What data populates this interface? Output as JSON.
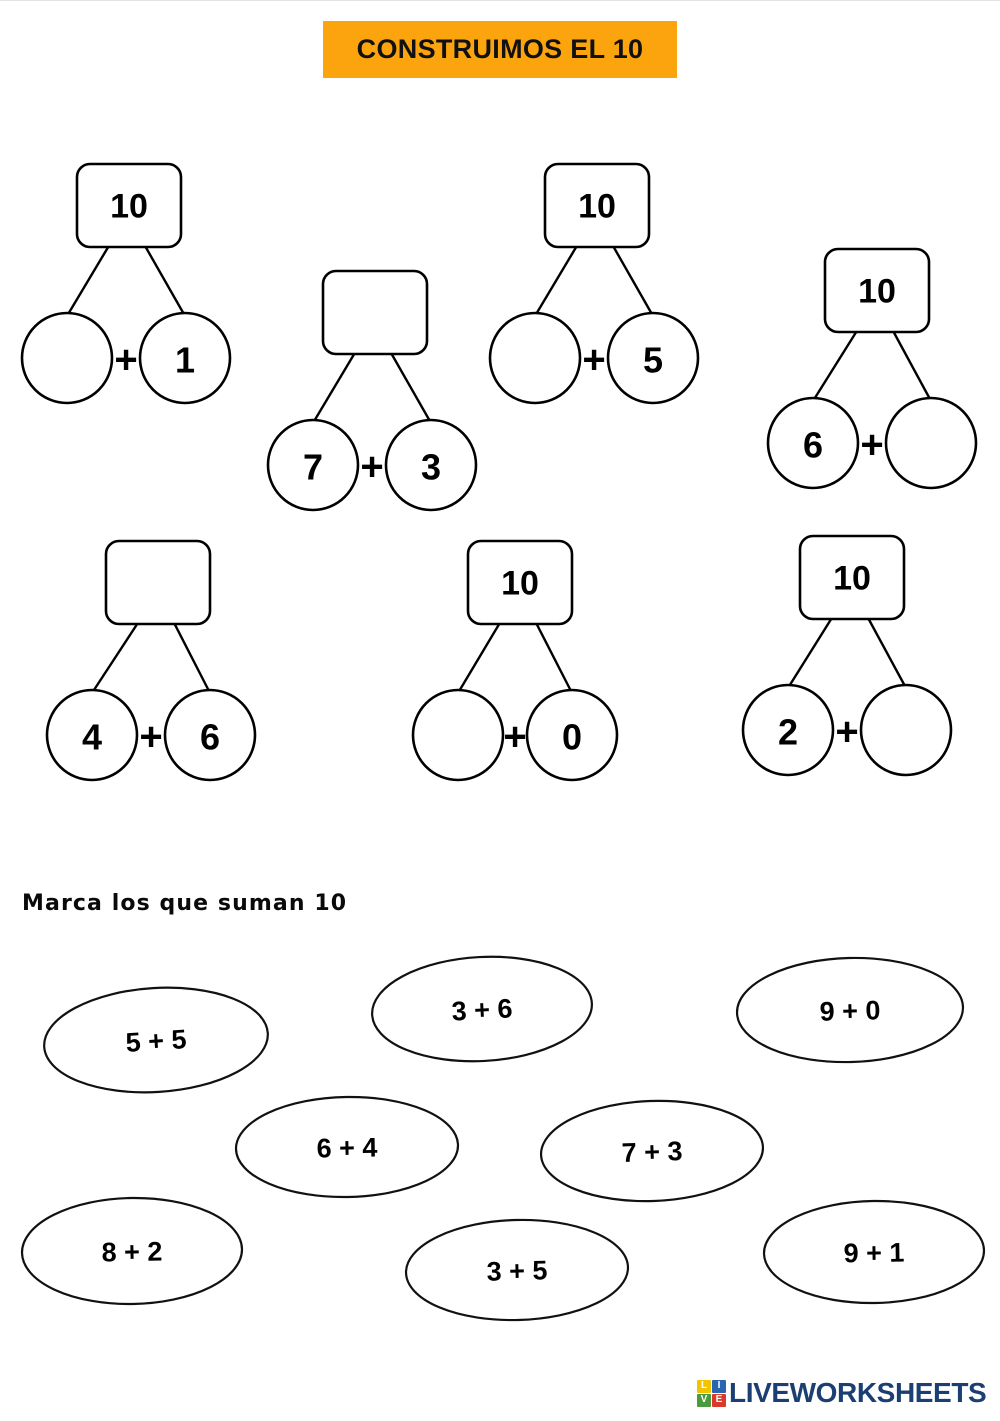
{
  "page": {
    "title_banner": {
      "text": "CONSTRUIMOS EL 10",
      "background_color": "#FCA40E",
      "text_color": "#111111"
    },
    "instruction": "Marca los que suman 10"
  },
  "number_bonds": [
    {
      "id": "bond-1",
      "whole": "10",
      "whole_filled": true,
      "left_part": "",
      "left_filled": false,
      "operator": "+",
      "right_part": "1",
      "right_filled": true
    },
    {
      "id": "bond-2",
      "whole": "",
      "whole_filled": false,
      "left_part": "7",
      "left_filled": true,
      "operator": "+",
      "right_part": "3",
      "right_filled": true
    },
    {
      "id": "bond-3",
      "whole": "10",
      "whole_filled": true,
      "left_part": "",
      "left_filled": false,
      "operator": "+",
      "right_part": "5",
      "right_filled": true
    },
    {
      "id": "bond-4",
      "whole": "10",
      "whole_filled": true,
      "left_part": "6",
      "left_filled": true,
      "operator": "+",
      "right_part": "",
      "right_filled": false
    },
    {
      "id": "bond-5",
      "whole": "",
      "whole_filled": false,
      "left_part": "4",
      "left_filled": true,
      "operator": "+",
      "right_part": "6",
      "right_filled": true
    },
    {
      "id": "bond-6",
      "whole": "10",
      "whole_filled": true,
      "left_part": "",
      "left_filled": false,
      "operator": "+",
      "right_part": "0",
      "right_filled": true
    },
    {
      "id": "bond-7",
      "whole": "10",
      "whole_filled": true,
      "left_part": "2",
      "left_filled": true,
      "operator": "+",
      "right_part": "",
      "right_filled": false
    }
  ],
  "options": [
    {
      "id": "option-1",
      "label": "5 + 5"
    },
    {
      "id": "option-2",
      "label": "3 + 6"
    },
    {
      "id": "option-3",
      "label": "9 + 0"
    },
    {
      "id": "option-4",
      "label": "6 + 4"
    },
    {
      "id": "option-5",
      "label": "7 + 3"
    },
    {
      "id": "option-6",
      "label": "8 + 2"
    },
    {
      "id": "option-7",
      "label": "3 + 5"
    },
    {
      "id": "option-8",
      "label": "9 + 1"
    }
  ],
  "footer": {
    "wordmark": "LIVEWORKSHEETS",
    "wordmark_color": "#1b3f73",
    "tiles": [
      {
        "letter": "L",
        "color": "#f2c300"
      },
      {
        "letter": "I",
        "color": "#2a66b0"
      },
      {
        "letter": "V",
        "color": "#4a9b3f"
      },
      {
        "letter": "E",
        "color": "#d93a2b"
      }
    ]
  }
}
